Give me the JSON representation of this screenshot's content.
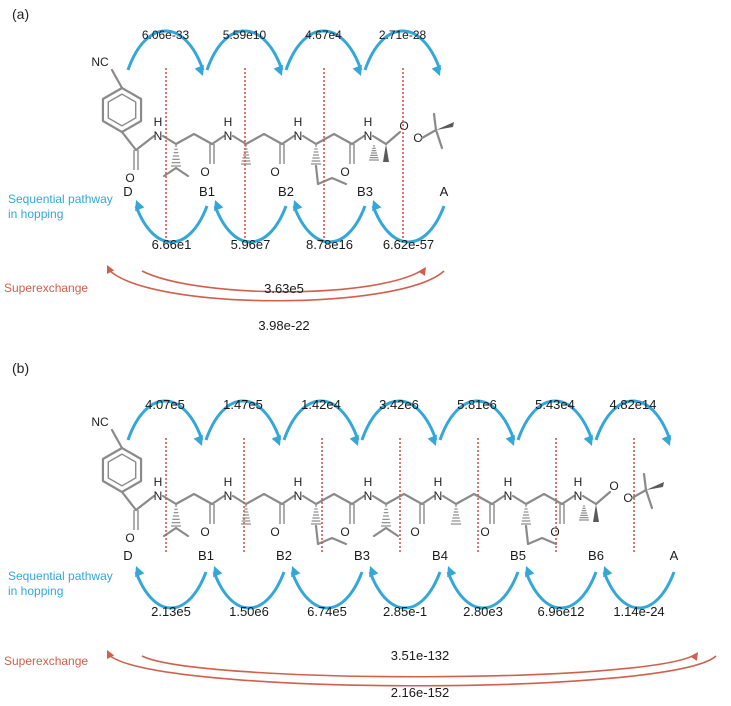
{
  "colors": {
    "hopping_arrow": "#33a7d8",
    "superexchange_arrow": "#d0604c",
    "divider": "#d4574b",
    "bond": "#8a8a8a"
  },
  "legend": {
    "sequential": [
      "Sequential pathway",
      "in hopping"
    ],
    "superexchange": "Superexchange"
  },
  "atoms": {
    "nitrile": "NC",
    "amide_h": "H",
    "amide_n": "N",
    "carbonyl_o": "O",
    "peroxide_o": "O"
  },
  "panels": [
    {
      "label": "(a)",
      "sites": [
        "D",
        "B1",
        "B2",
        "B3",
        "A"
      ],
      "forward_rates": [
        "6.06e-33",
        "5.59e10",
        "4.67e4",
        "2.71e-28"
      ],
      "backward_rates": [
        "6.66e1",
        "5.96e7",
        "8.78e16",
        "6.62e-57"
      ],
      "superexchange_forward": "3.63e5",
      "superexchange_backward": "3.98e-22",
      "residue_side_chains": [
        "isopropyl",
        "methyl",
        "isobutyl"
      ]
    },
    {
      "label": "(b)",
      "sites": [
        "D",
        "B1",
        "B2",
        "B3",
        "B4",
        "B5",
        "B6",
        "A"
      ],
      "forward_rates": [
        "4.07e5",
        "1.47e5",
        "1.42e4",
        "3.42e6",
        "5.81e6",
        "5.43e4",
        "4.82e14"
      ],
      "backward_rates": [
        "2.13e5",
        "1.50e6",
        "6.74e5",
        "2.85e-1",
        "2.80e3",
        "6.96e12",
        "1.14e-24"
      ],
      "superexchange_forward": "3.51e-132",
      "superexchange_backward": "2.16e-152",
      "residue_side_chains": [
        "isopropyl",
        "methyl",
        "isobutyl",
        "isopropyl",
        "methyl",
        "isobutyl"
      ]
    }
  ]
}
